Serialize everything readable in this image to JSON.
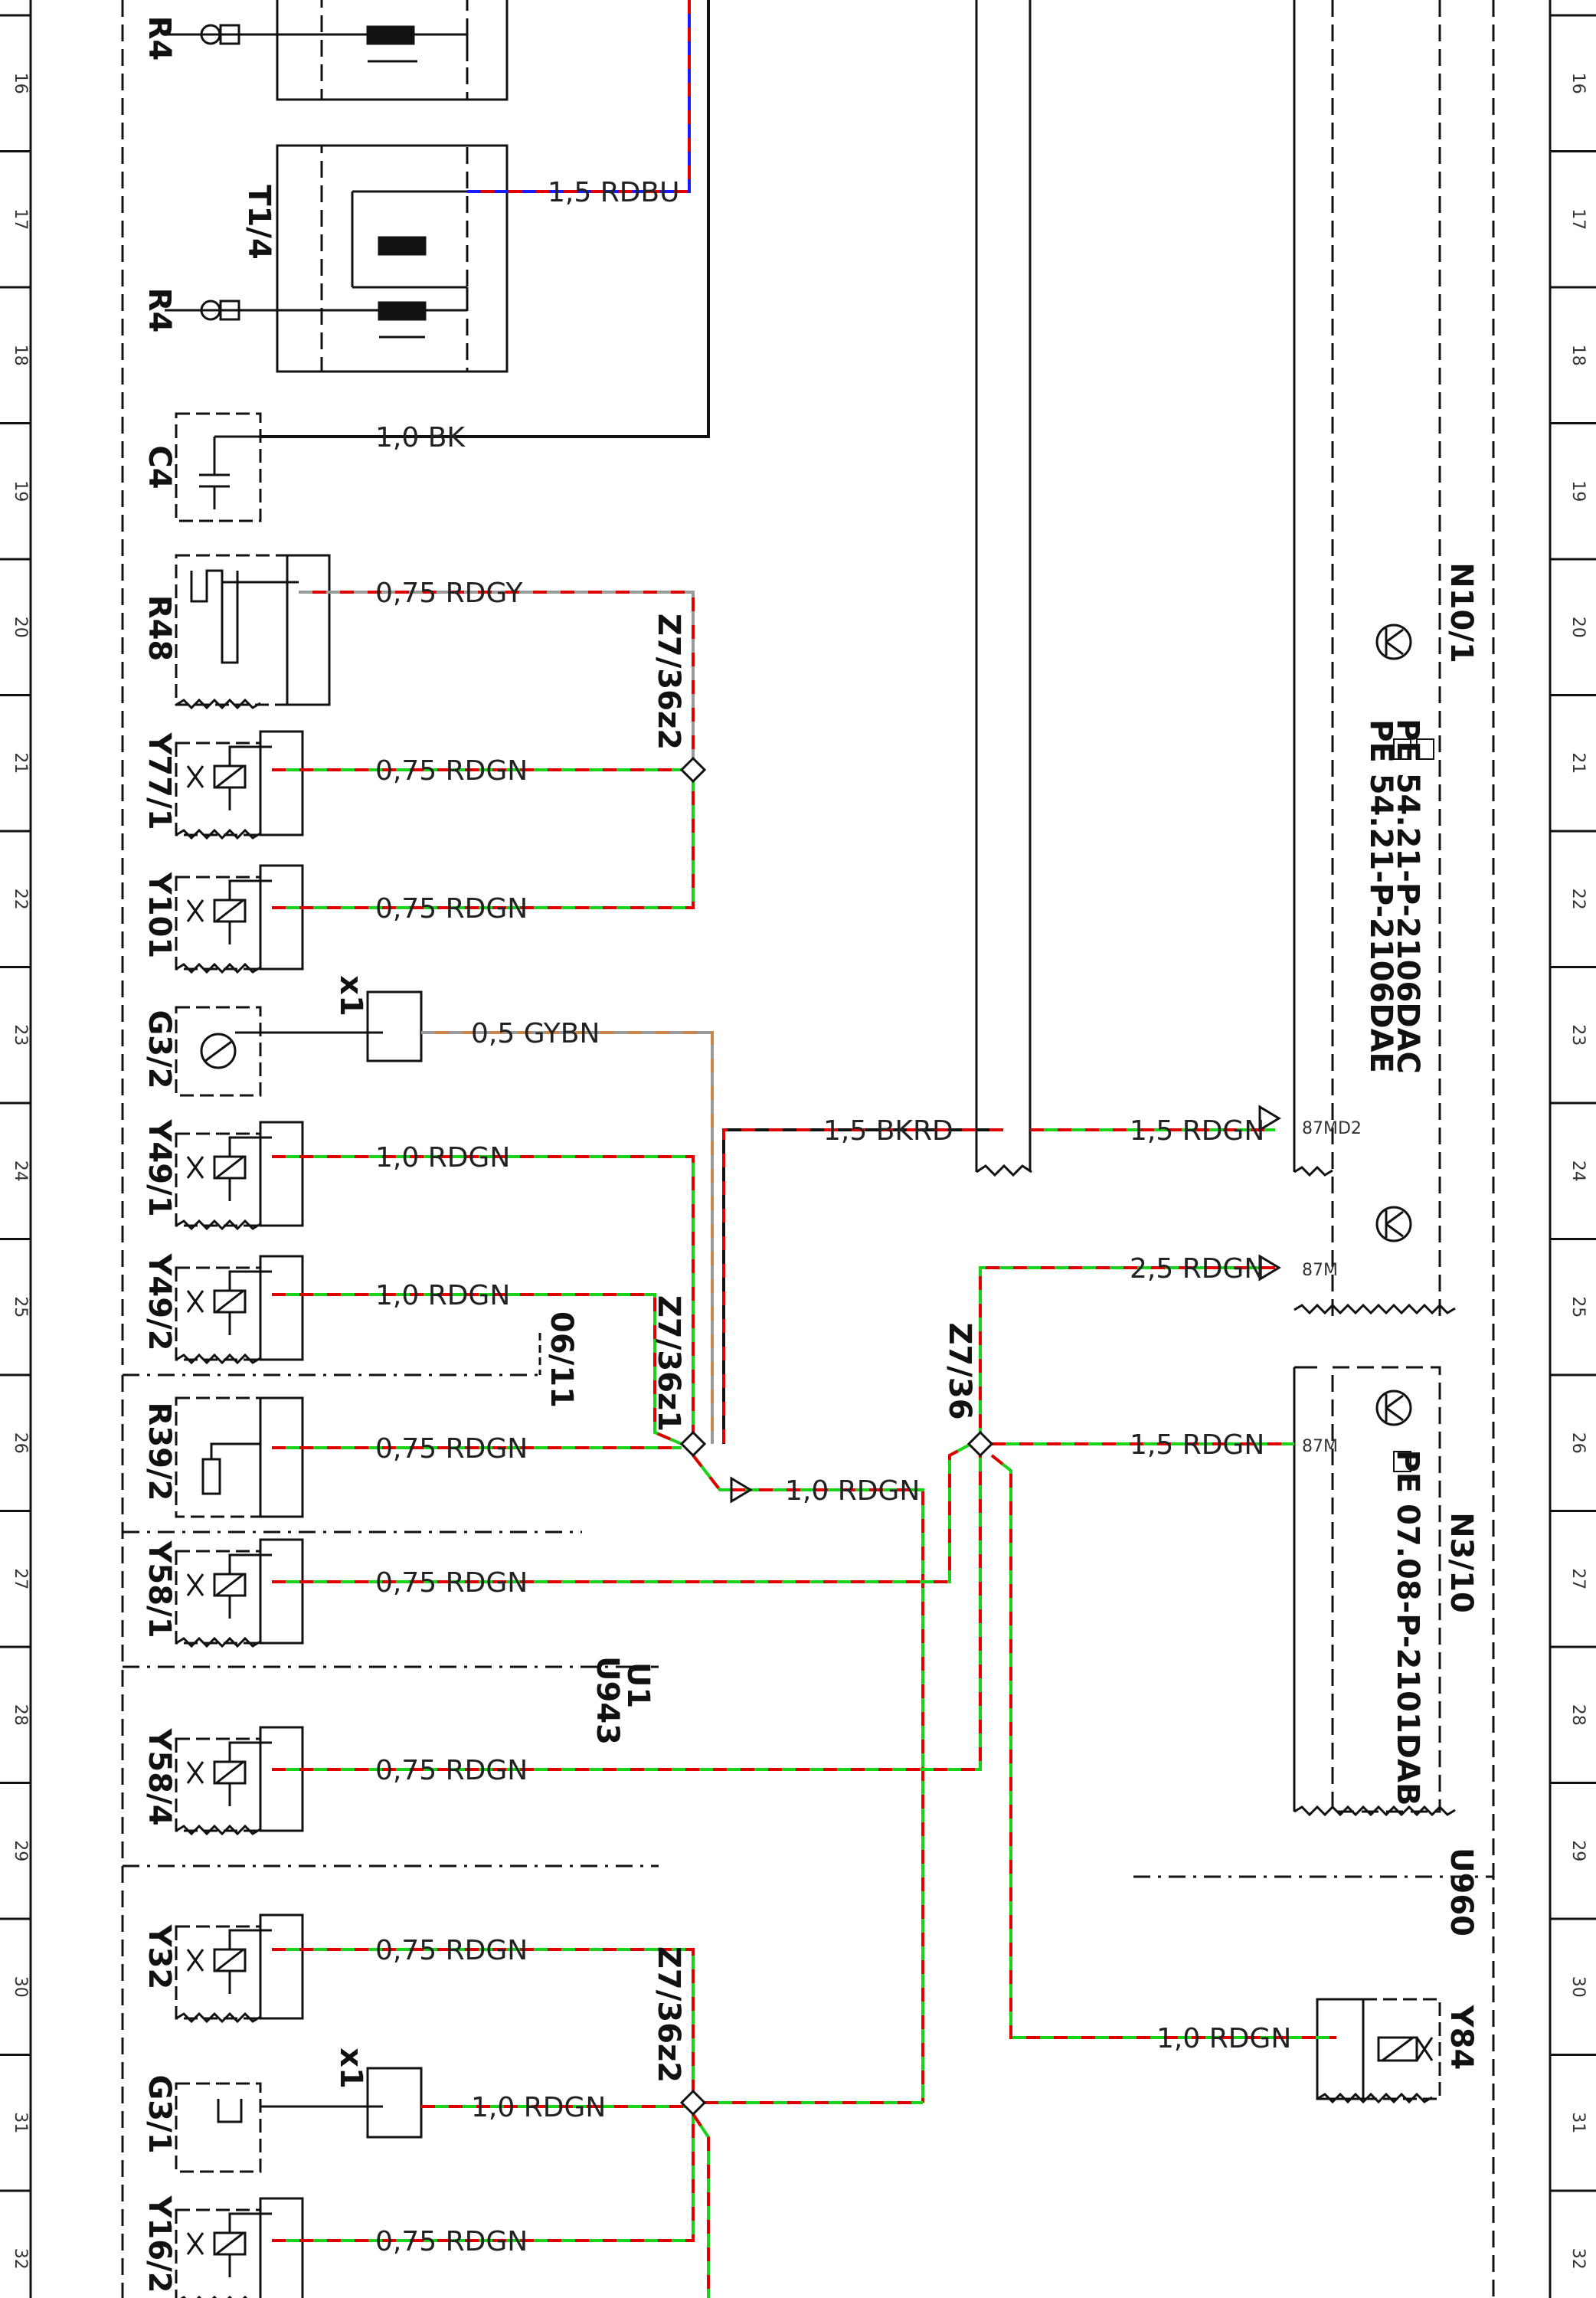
{
  "row_numbers": [
    "16",
    "17",
    "18",
    "19",
    "20",
    "21",
    "22",
    "23",
    "24",
    "25",
    "26",
    "27",
    "28",
    "29",
    "30",
    "31",
    "32"
  ],
  "components": {
    "r4_top": "R4",
    "r4": "R4",
    "t1_4": "T1/4",
    "c4": "C4",
    "r48": "R48",
    "y77_1": "Y77/1",
    "y101": "Y101",
    "g3_2": "G3/2",
    "y49_1": "Y49/1",
    "y49_2": "Y49/2",
    "r39_2": "R39/2",
    "y58_1": "Y58/1",
    "y58_4": "Y58/4",
    "y32": "Y32",
    "g3_1": "G3/1",
    "y16_2": "Y16/2",
    "y84": "Y84",
    "n10_1": "N10/1",
    "n3_10": "N3/10",
    "u1": "U1",
    "u943": "U943",
    "u960": "U960",
    "x1_a": "x1",
    "x1_b": "x1"
  },
  "references": {
    "n10_1_ref1": "PE 54.21-P-2106DAC",
    "n10_1_ref2": "PE 54.21-P-2106DAE",
    "n3_10_ref": "PE 07.08-P-2101DAB",
    "cross_ref": "06/11"
  },
  "splices": {
    "z7_36z2_top": "Z7/36z2",
    "z7_36z1": "Z7/36z1",
    "z7_36": "Z7/36",
    "z7_36z2_bottom": "Z7/36z2"
  },
  "wires": {
    "w_rdbu": "1,5 RDBU",
    "w_bk": "1,0 BK",
    "w_rdgy": "0,75 RDGY",
    "w_y77": "0,75 RDGN",
    "w_y101": "0,75 RDGN",
    "w_gybn": "0,5 GYBN",
    "w_bkrd": "1,5 BKRD",
    "w_n10_87md2": "1,5 RDGN",
    "w_y49_1": "1,0 RDGN",
    "w_n10_87m": "2,5 RDGN",
    "w_y49_2": "1,0 RDGN",
    "w_r39": "0,75 RDGN",
    "w_n3_87m": "1,5 RDGN",
    "w_z1_out": "1,0 RDGN",
    "w_y58_1": "0,75 RDGN",
    "w_y58_4": "0,75 RDGN",
    "w_y32": "0,75 RDGN",
    "w_y84": "1,0 RDGN",
    "w_g3_1": "1,0 RDGN",
    "w_y16_2": "0,75 RDGN"
  },
  "pins": {
    "t87md2": "87MD2",
    "t87m_a": "87M",
    "t87m_b": "87M"
  },
  "colors": {
    "red": "#e00000",
    "green": "#19d219",
    "blue": "#1a1aff",
    "grey": "#9a9a9a",
    "brown": "#c8864a",
    "black": "#111111"
  }
}
